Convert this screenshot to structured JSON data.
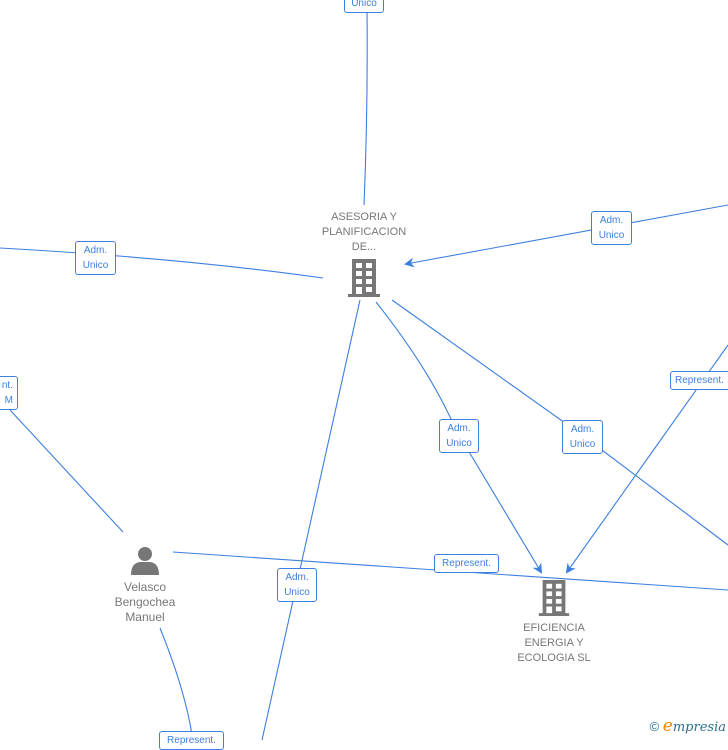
{
  "colors": {
    "edge": "#3d7fe0",
    "node": "#777777"
  },
  "nodes": {
    "asesoria": {
      "name_lines": [
        "ASESORIA Y",
        "PLANIFICACION",
        "DE..."
      ],
      "icon": "building-icon"
    },
    "eficiencia": {
      "name_lines": [
        "EFICIENCIA",
        "ENERGIA Y",
        "ECOLOGIA  SL"
      ],
      "icon": "building-icon"
    },
    "velasco": {
      "name_lines": [
        "Velasco",
        "Bengochea",
        "Manuel"
      ],
      "icon": "person-icon"
    }
  },
  "edge_labels": [
    {
      "lines": [
        "Unico"
      ]
    },
    {
      "lines": [
        "Adm.",
        "Unico"
      ]
    },
    {
      "lines": [
        "Adm.",
        "Unico"
      ]
    },
    {
      "lines": [
        "nt.",
        "M"
      ]
    },
    {
      "lines": [
        "Adm.",
        "Unico"
      ]
    },
    {
      "lines": [
        "Adm.",
        "Unico"
      ]
    },
    {
      "lines": [
        "Adm.",
        "Unico"
      ]
    },
    {
      "lines": [
        "Represent."
      ]
    },
    {
      "lines": [
        "Represent."
      ]
    },
    {
      "lines": [
        "Represent."
      ]
    }
  ],
  "footer": {
    "copyright": "©",
    "brand_initial": "e",
    "brand_rest": "mpresia"
  }
}
